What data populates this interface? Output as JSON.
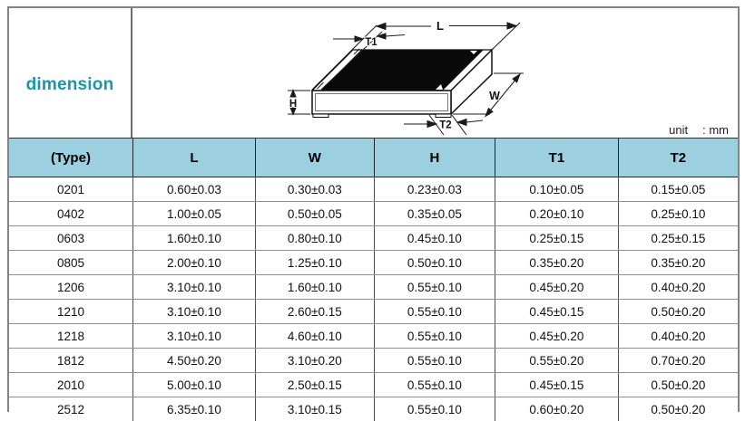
{
  "panel": {
    "title": "dimension"
  },
  "unit_note": {
    "label": "unit",
    "value": ": mm"
  },
  "diagram": {
    "description": "isometric-chip-resistor-drawing",
    "labels": {
      "L": "L",
      "T1": "T1",
      "T2": "T2",
      "W": "W",
      "H": "H"
    }
  },
  "table": {
    "columns": [
      "(Type)",
      "L",
      "W",
      "H",
      "T1",
      "T2"
    ],
    "rows": [
      [
        "0201",
        "0.60±0.03",
        "0.30±0.03",
        "0.23±0.03",
        "0.10±0.05",
        "0.15±0.05"
      ],
      [
        "0402",
        "1.00±0.05",
        "0.50±0.05",
        "0.35±0.05",
        "0.20±0.10",
        "0.25±0.10"
      ],
      [
        "0603",
        "1.60±0.10",
        "0.80±0.10",
        "0.45±0.10",
        "0.25±0.15",
        "0.25±0.15"
      ],
      [
        "0805",
        "2.00±0.10",
        "1.25±0.10",
        "0.50±0.10",
        "0.35±0.20",
        "0.35±0.20"
      ],
      [
        "1206",
        "3.10±0.10",
        "1.60±0.10",
        "0.55±0.10",
        "0.45±0.20",
        "0.40±0.20"
      ],
      [
        "1210",
        "3.10±0.10",
        "2.60±0.15",
        "0.55±0.10",
        "0.45±0.15",
        "0.50±0.20"
      ],
      [
        "1218",
        "3.10±0.10",
        "4.60±0.10",
        "0.55±0.10",
        "0.45±0.20",
        "0.40±0.20"
      ],
      [
        "1812",
        "4.50±0.20",
        "3.10±0.20",
        "0.55±0.10",
        "0.55±0.20",
        "0.70±0.20"
      ],
      [
        "2010",
        "5.00±0.10",
        "2.50±0.15",
        "0.55±0.10",
        "0.45±0.15",
        "0.50±0.20"
      ],
      [
        "2512",
        "6.35±0.10",
        "3.10±0.15",
        "0.55±0.10",
        "0.60±0.20",
        "0.50±0.20"
      ]
    ]
  },
  "colors": {
    "header_bg": "#9ccfdf",
    "accent_teal": "#1796ad",
    "outer_border": "#848484",
    "chip_body": "#0a0a0a"
  }
}
